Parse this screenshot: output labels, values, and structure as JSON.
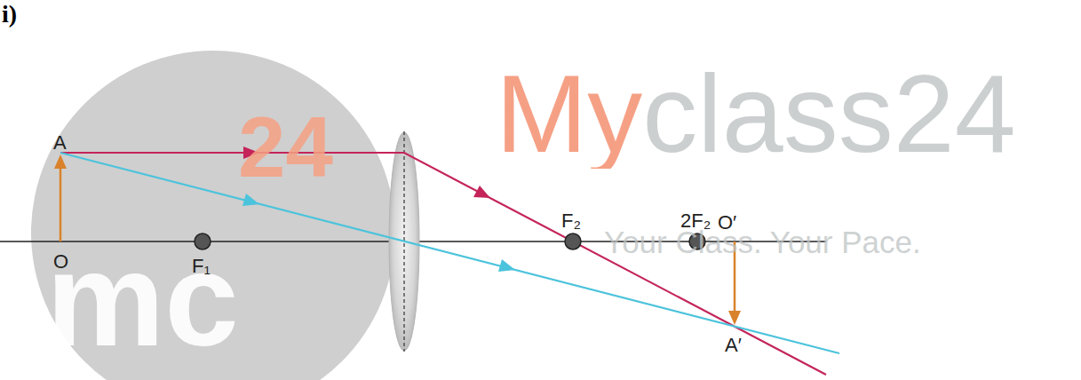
{
  "diagram": {
    "labels": [
      "i)",
      "mc",
      "24",
      "Myclass24",
      "Your Class. Your Pace.",
      "A",
      "O",
      "F₁",
      "F₂",
      "2F₂",
      "O′",
      "A′"
    ]
  }
}
